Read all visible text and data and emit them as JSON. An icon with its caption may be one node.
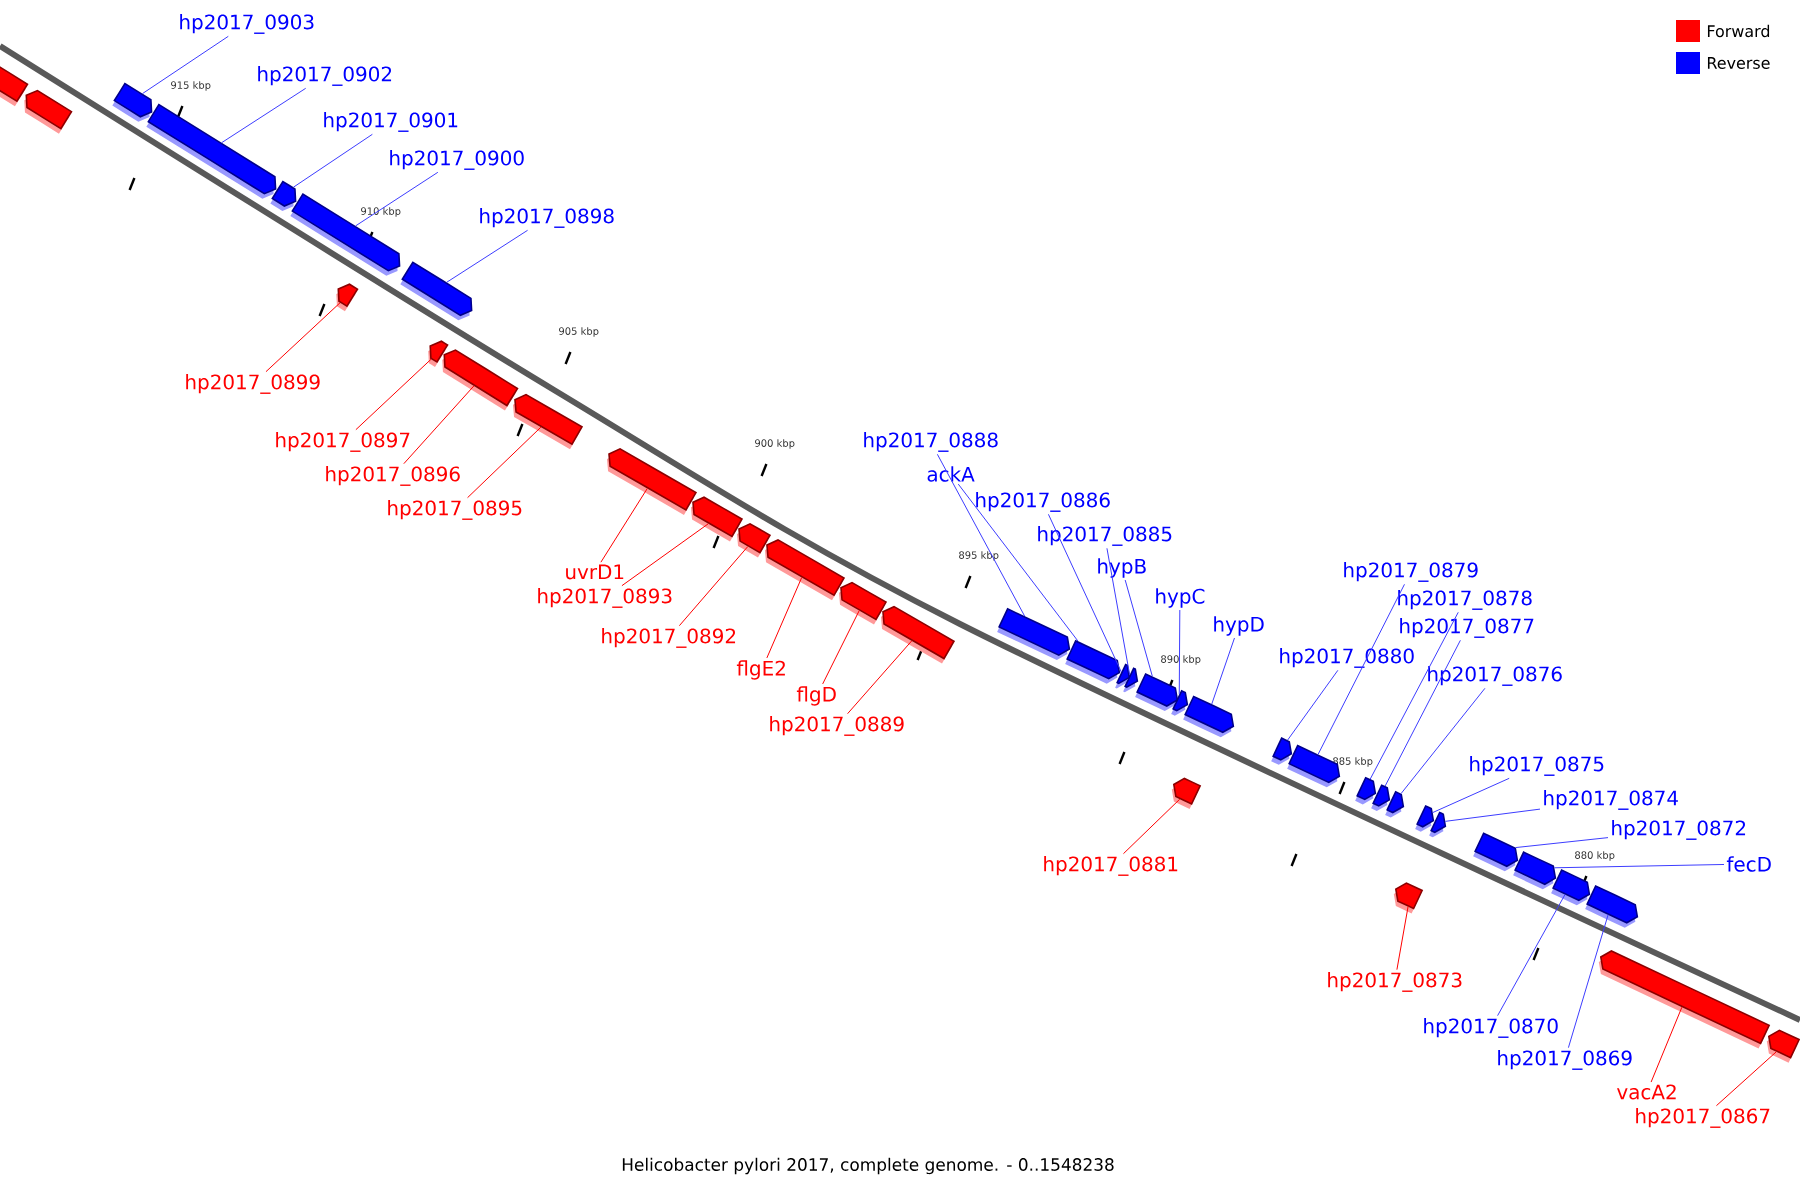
{
  "diagram": {
    "caption": "Helicobacter pylori 2017, complete genome. - 0..1548238",
    "nodes": [
      {
        "text": [
          "hp2017_0903"
        ]
      },
      {
        "text": [
          "hp2017_0902"
        ]
      },
      {
        "text": [
          "hp2017_0901"
        ]
      },
      {
        "text": [
          "hp2017_0900"
        ]
      },
      {
        "text": [
          "hp2017_0898"
        ]
      },
      {
        "text": [
          "hp2017_0899"
        ]
      },
      {
        "text": [
          "hp2017_0897"
        ]
      },
      {
        "text": [
          "hp2017_0896"
        ]
      },
      {
        "text": [
          "hp2017_0895"
        ]
      },
      {
        "text": [
          "uvrD1"
        ]
      },
      {
        "text": [
          "hp2017_0893"
        ]
      },
      {
        "text": [
          "hp2017_0892"
        ]
      },
      {
        "text": [
          "flgE2"
        ]
      },
      {
        "text": [
          "flgD"
        ]
      },
      {
        "text": [
          "hp2017_0889"
        ]
      },
      {
        "text": [
          "hp2017_0888"
        ]
      },
      {
        "text": [
          "ackA"
        ]
      },
      {
        "text": [
          "hp2017_0886"
        ]
      },
      {
        "text": [
          "hp2017_0885"
        ]
      },
      {
        "text": [
          "hypB"
        ]
      },
      {
        "text": [
          "hypC"
        ]
      },
      {
        "text": [
          "hypD"
        ]
      },
      {
        "text": [
          "hp2017_0880"
        ]
      },
      {
        "text": [
          "hp2017_0879"
        ]
      },
      {
        "text": [
          "hp2017_0878"
        ]
      },
      {
        "text": [
          "hp2017_0877"
        ]
      },
      {
        "text": [
          "hp2017_0876"
        ]
      },
      {
        "text": [
          "hp2017_0875"
        ]
      },
      {
        "text": [
          "hp2017_0874"
        ]
      },
      {
        "text": [
          "hp2017_0872"
        ]
      },
      {
        "text": [
          "fecD"
        ]
      },
      {
        "text": [
          "hp2017_0881"
        ]
      },
      {
        "text": [
          "hp2017_0873"
        ]
      },
      {
        "text": [
          "hp2017_0870"
        ]
      },
      {
        "text": [
          "hp2017_0869"
        ]
      },
      {
        "text": [
          "vacA2"
        ]
      },
      {
        "text": [
          "hp2017_0867"
        ]
      },
      {
        "text": [],
        "shape": "box"
      },
      {
        "text": [],
        "shape": "box"
      },
      {
        "text": [],
        "shape": "box"
      },
      {
        "text": [],
        "shape": "box"
      },
      {
        "text": [],
        "shape": "box"
      },
      {
        "text": [],
        "shape": "box"
      },
      {
        "text": [],
        "shape": "box"
      },
      {
        "text": [],
        "shape": "box"
      },
      {
        "text": [],
        "shape": "box"
      },
      {
        "text": [],
        "shape": "box"
      },
      {
        "text": [],
        "shape": "box"
      },
      {
        "text": [],
        "shape": "box"
      },
      {
        "text": [],
        "shape": "box"
      },
      {
        "text": [],
        "shape": "box"
      },
      {
        "text": [],
        "shape": "box"
      },
      {
        "text": [],
        "shape": "box"
      },
      {
        "text": [],
        "shape": "box"
      },
      {
        "text": [],
        "shape": "box"
      },
      {
        "text": [],
        "shape": "box"
      },
      {
        "text": [],
        "shape": "box"
      },
      {
        "text": [],
        "shape": "box"
      },
      {
        "text": [],
        "shape": "box"
      },
      {
        "text": [],
        "shape": "box"
      },
      {
        "text": [],
        "shape": "box"
      },
      {
        "text": [],
        "shape": "box"
      },
      {
        "text": [],
        "shape": "box"
      },
      {
        "text": [],
        "shape": "box"
      },
      {
        "text": [],
        "shape": "box"
      },
      {
        "text": [],
        "shape": "box"
      },
      {
        "text": [],
        "shape": "box"
      },
      {
        "text": [],
        "shape": "box"
      },
      {
        "text": [],
        "shape": "box"
      },
      {
        "text": [],
        "shape": "box"
      },
      {
        "text": [],
        "shape": "box"
      },
      {
        "text": [],
        "shape": "box"
      },
      {
        "text": [],
        "shape": "box"
      },
      {
        "text": [],
        "shape": "box"
      },
      {
        "text": [],
        "shape": "box"
      },
      {
        "text": [],
        "shape": "box"
      }
    ],
    "edges": [
      {
        "from": 0,
        "to": 39,
        "arrow": "none"
      },
      {
        "from": 1,
        "to": 40,
        "arrow": "none"
      },
      {
        "from": 2,
        "to": 41,
        "arrow": "none"
      },
      {
        "from": 3,
        "to": 42,
        "arrow": "none"
      },
      {
        "from": 4,
        "to": 44,
        "arrow": "none"
      },
      {
        "from": 5,
        "to": 43,
        "arrow": "none",
        "color": "#ff0000"
      },
      {
        "from": 6,
        "to": 45,
        "arrow": "none",
        "color": "#ff0000"
      },
      {
        "from": 7,
        "to": 46,
        "arrow": "none",
        "color": "#ff0000"
      },
      {
        "from": 8,
        "to": 47,
        "arrow": "none",
        "color": "#ff0000"
      },
      {
        "from": 9,
        "to": 48,
        "arrow": "none",
        "color": "#ff0000"
      },
      {
        "from": 10,
        "to": 49,
        "arrow": "none",
        "color": "#ff0000"
      },
      {
        "from": 11,
        "to": 50,
        "arrow": "none",
        "color": "#ff0000"
      },
      {
        "from": 12,
        "to": 51,
        "arrow": "none",
        "color": "#ff0000"
      },
      {
        "from": 13,
        "to": 52,
        "arrow": "none",
        "color": "#ff0000"
      },
      {
        "from": 14,
        "to": 53,
        "arrow": "none",
        "color": "#ff0000"
      },
      {
        "from": 15,
        "to": 54,
        "arrow": "none"
      },
      {
        "from": 16,
        "to": 55,
        "arrow": "none"
      },
      {
        "from": 17,
        "to": 56,
        "arrow": "none"
      },
      {
        "from": 18,
        "to": 57,
        "arrow": "none"
      },
      {
        "from": 19,
        "to": 58,
        "arrow": "none"
      },
      {
        "from": 20,
        "to": 59,
        "arrow": "none"
      },
      {
        "from": 21,
        "to": 60,
        "arrow": "none"
      },
      {
        "from": 22,
        "to": 62,
        "arrow": "none"
      },
      {
        "from": 23,
        "to": 63,
        "arrow": "none"
      },
      {
        "from": 24,
        "to": 64,
        "arrow": "none"
      },
      {
        "from": 25,
        "to": 65,
        "arrow": "none"
      },
      {
        "from": 26,
        "to": 66,
        "arrow": "none"
      },
      {
        "from": 27,
        "to": 67,
        "arrow": "none"
      },
      {
        "from": 28,
        "to": 68,
        "arrow": "none"
      },
      {
        "from": 29,
        "to": 70,
        "arrow": "none"
      },
      {
        "from": 30,
        "to": 71,
        "arrow": "none"
      },
      {
        "from": 31,
        "to": 61,
        "arrow": "none",
        "color": "#ff0000"
      },
      {
        "from": 32,
        "to": 69,
        "arrow": "none",
        "color": "#ff0000"
      },
      {
        "from": 33,
        "to": 72,
        "arrow": "none"
      },
      {
        "from": 34,
        "to": 73,
        "arrow": "none"
      },
      {
        "from": 35,
        "to": 74,
        "arrow": "none",
        "color": "#ff0000"
      },
      {
        "from": 36,
        "to": 75,
        "arrow": "none",
        "color": "#ff0000"
      }
    ],
    "labels": [
      "915 kbp",
      "910 kbp",
      "905 kbp",
      "900 kbp",
      "895 kbp",
      "890 kbp",
      "885 kbp",
      "880 kbp"
    ],
    "legend": [
      {
        "text": "Forward",
        "color": "#ff0000"
      },
      {
        "text": "Reverse",
        "color": "#0000ff"
      }
    ]
  }
}
